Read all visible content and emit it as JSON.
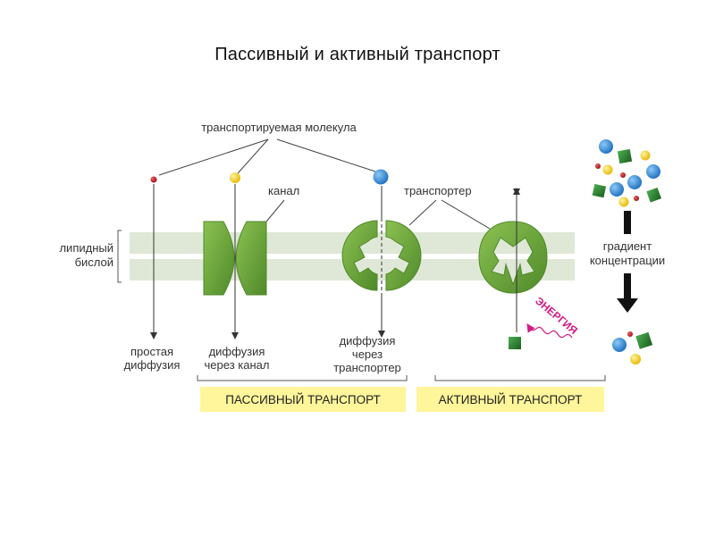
{
  "title": "Пассивный и активный транспорт",
  "labels": {
    "transported_molecule": "транспортируемая молекула",
    "channel": "канал",
    "transporter": "транспортер",
    "lipid_bilayer_line1": "липидный",
    "lipid_bilayer_line2": "бислой",
    "gradient_line1": "градиент",
    "gradient_line2": "концентрации",
    "simple_diffusion_line1": "простая",
    "simple_diffusion_line2": "диффузия",
    "channel_diffusion_line1": "диффузия",
    "channel_diffusion_line2": "через канал",
    "transporter_diffusion_line1": "диффузия",
    "transporter_diffusion_line2": "через",
    "transporter_diffusion_line3": "транспортер",
    "energy": "ЭНЕРГИЯ"
  },
  "boxes": {
    "passive": "ПАССИВНЫЙ ТРАНСПОРТ",
    "active": "АКТИВНЫЙ ТРАНСПОРТ"
  },
  "colors": {
    "protein_green": "#6aa43a",
    "membrane": "#dfe8d6",
    "box_fill": "#fff59a",
    "energy": "#d41b84",
    "molecule_blue": "#2f86d6",
    "molecule_yellow": "#f0c419",
    "molecule_red": "#b5121b",
    "molecule_green": "#2e7d32"
  }
}
